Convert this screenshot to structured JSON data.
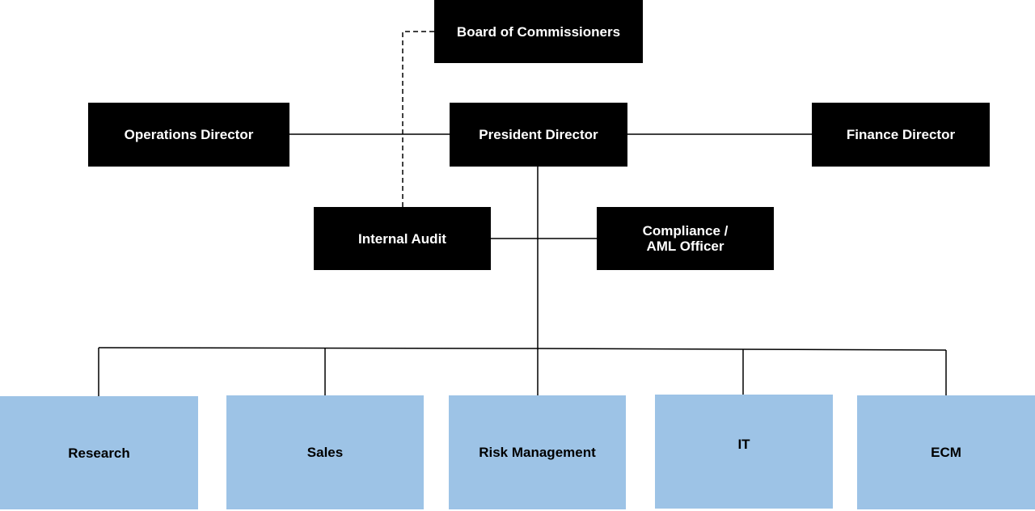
{
  "diagram": {
    "board": {
      "label": "Board of Commissioners"
    },
    "president": {
      "label": "President Director"
    },
    "operations": {
      "label": "Operations Director"
    },
    "finance": {
      "label": "Finance Director"
    },
    "internal_audit": {
      "label": "Internal Audit"
    },
    "compliance": {
      "label": "Compliance /\nAML Officer"
    },
    "departments": [
      {
        "label": "Research"
      },
      {
        "label": "Sales"
      },
      {
        "label": "Risk Management"
      },
      {
        "label": "IT"
      },
      {
        "label": "ECM"
      }
    ]
  },
  "colors": {
    "executive_box": "#000000",
    "executive_text": "#ffffff",
    "department_box": "#9dc3e6",
    "department_text": "#000000",
    "connector": "#000000"
  }
}
